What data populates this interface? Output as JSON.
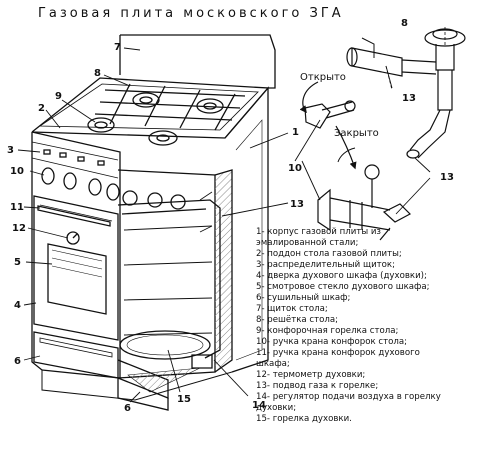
{
  "title": "Газовая плита московского ЗГА",
  "valve_labels": {
    "open": "Открыто",
    "closed": "Закрыто"
  },
  "callouts": {
    "n1": "1",
    "n2": "2",
    "n3": "3",
    "n4": "4",
    "n5": "5",
    "n6": "6",
    "n6b": "6",
    "n7": "7",
    "n8": "8",
    "n8b": "8",
    "n9": "9",
    "n10": "10",
    "n10b": "10",
    "n11": "11",
    "n12": "12",
    "n13": "13",
    "n13b": "13",
    "n13c": "13",
    "n14": "14",
    "n15": "15"
  },
  "legend": [
    "1- корпус газовой плиты из",
    "эмалированной стали;",
    "2- поддон стола газовой плиты;",
    "3- распределительный щиток;",
    "4- дверка духового шкафа (духовки);",
    "5- смотровое стекло духового шкафа;",
    "6- сушильный шкаф;",
    "7- щиток стола;",
    "8- решётка стола;",
    "9- конфорочная горелка стола;",
    "10- ручка крана конфорок стола;",
    "11- ручка крана конфорок духового",
    "шкафа;",
    "12- термометр духовки;",
    "13- подвод газа к горелке;",
    "14- регулятор подачи воздуха в горелку",
    "духовки;",
    "15- горелка духовки."
  ]
}
